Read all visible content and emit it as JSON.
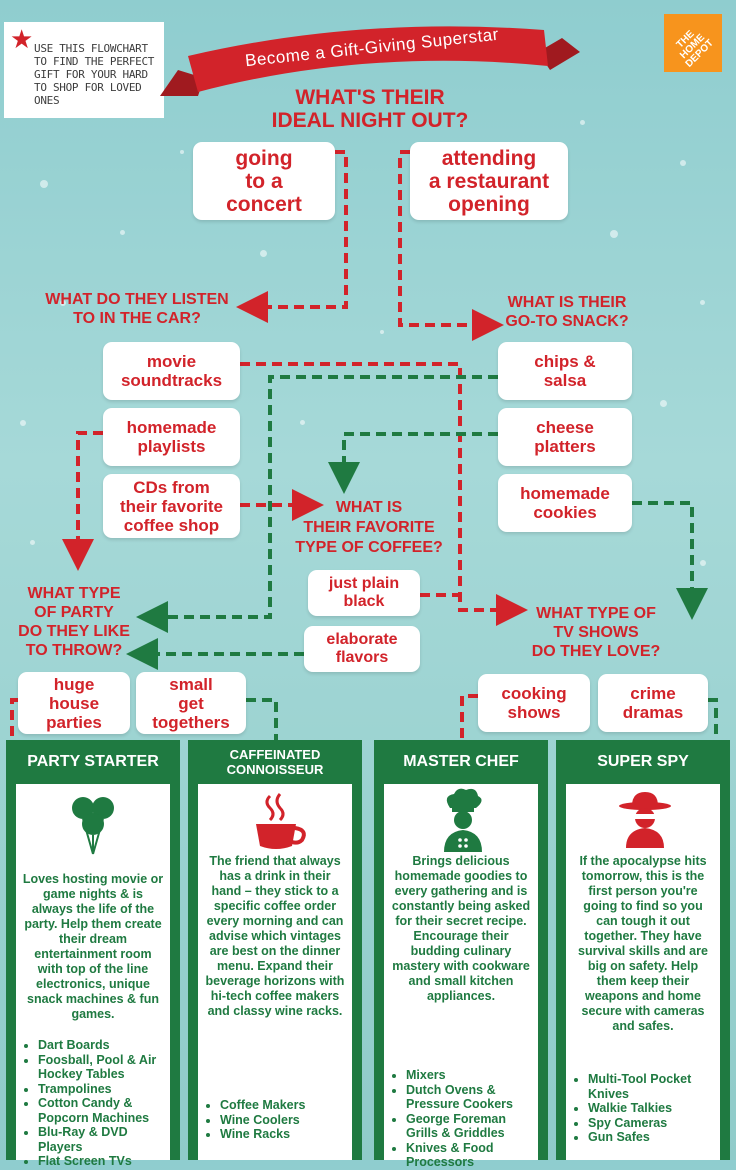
{
  "note": {
    "text": "Use this flowchart to find the perfect gift for your hard to shop for loved ones"
  },
  "logo": {
    "text": "THE HOME DEPOT"
  },
  "banner": {
    "title": "Become a Gift-Giving Superstar"
  },
  "colors": {
    "red": "#d2232a",
    "green": "#1f7a41",
    "sky": "#9fd4d3"
  },
  "q1": {
    "line1": "What's their",
    "line2": "ideal night out?"
  },
  "q1_options": [
    {
      "lines": [
        "going",
        "to a",
        "concert"
      ]
    },
    {
      "lines": [
        "attending",
        "a restaurant",
        "opening"
      ]
    }
  ],
  "q2": {
    "line1": "What do they listen",
    "line2": "to in the car?"
  },
  "q3": {
    "line1": "What is their",
    "line2": "go-to snack?"
  },
  "q2_options": [
    {
      "lines": [
        "movie",
        "soundtracks"
      ]
    },
    {
      "lines": [
        "homemade",
        "playlists"
      ]
    },
    {
      "lines": [
        "CDs from",
        "their favorite",
        "coffee shop"
      ]
    }
  ],
  "q3_options": [
    {
      "lines": [
        "chips &",
        "salsa"
      ]
    },
    {
      "lines": [
        "cheese",
        "platters"
      ]
    },
    {
      "lines": [
        "homemade",
        "cookies"
      ]
    }
  ],
  "q4": {
    "line1": "What is",
    "line2": "their favorite",
    "line3": "type of coffee?"
  },
  "q4_options": [
    {
      "lines": [
        "just plain",
        "black"
      ]
    },
    {
      "lines": [
        "elaborate",
        "flavors"
      ]
    }
  ],
  "q5": {
    "line1": "What type",
    "line2": "of party",
    "line3": "do they like",
    "line4": "to throw?"
  },
  "q5_options": [
    {
      "lines": [
        "huge",
        "house",
        "parties"
      ]
    },
    {
      "lines": [
        "small",
        "get",
        "togethers"
      ]
    }
  ],
  "q6": {
    "line1": "What type of",
    "line2": "TV shows",
    "line3": "do they love?"
  },
  "q6_options": [
    {
      "lines": [
        "cooking",
        "shows"
      ]
    },
    {
      "lines": [
        "crime",
        "dramas"
      ]
    }
  ],
  "cards": [
    {
      "title": "Party Starter",
      "icon": "balloons-icon",
      "description": "Loves hosting movie or game nights & is always the life of the party. Help them create their dream entertainment room with top of the line electronics, unique snack machines & fun games.",
      "items": [
        "Dart Boards",
        "Foosball, Pool & Air Hockey Tables",
        "Trampolines",
        "Cotton Candy & Popcorn Machines",
        "Blu-Ray & DVD Players",
        "Flat Screen TVs"
      ]
    },
    {
      "title": "Caffeinated Connoisseur",
      "icon": "coffee-cup-icon",
      "description": "The friend that always has a drink in their hand – they stick to a specific coffee order every morning and can advise which vintages are best on the dinner menu. Expand their beverage horizons with hi-tech coffee makers and classy wine racks.",
      "items": [
        "Coffee Makers",
        "Wine Coolers",
        "Wine Racks"
      ]
    },
    {
      "title": "Master Chef",
      "icon": "chef-icon",
      "description": "Brings delicious homemade goodies to every gathering and is constantly being asked for their secret recipe. Encourage their budding culinary mastery with cookware and small kitchen appliances.",
      "items": [
        "Mixers",
        "Dutch Ovens & Pressure Cookers",
        "George Foreman Grills & Griddles",
        "Knives & Food Processors"
      ]
    },
    {
      "title": "Super Spy",
      "icon": "spy-icon",
      "description": "If the apocalypse hits tomorrow, this is the first person you're going to find so you can tough it out together. They have survival skills and are big on safety. Help them keep their weapons and home secure with cameras and safes.",
      "items": [
        "Multi-Tool Pocket Knives",
        "Walkie Talkies",
        "Spy Cameras",
        "Gun Safes"
      ]
    }
  ]
}
